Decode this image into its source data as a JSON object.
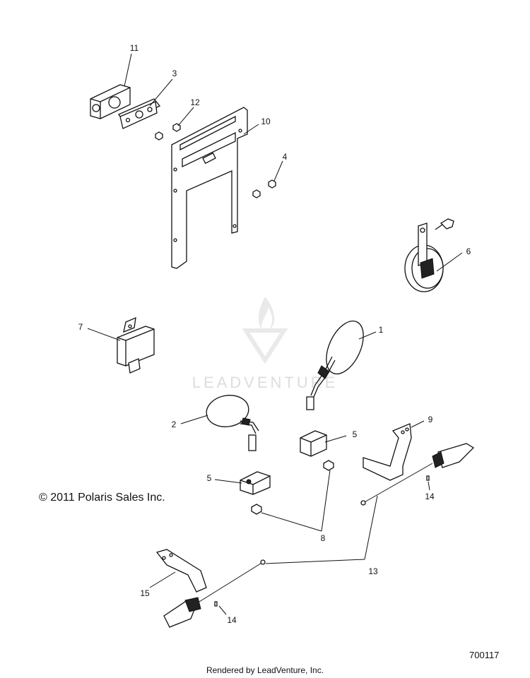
{
  "callouts": {
    "c1": "1",
    "c2": "2",
    "c3": "3",
    "c4": "4",
    "c5a": "5",
    "c5b": "5",
    "c6": "6",
    "c7": "7",
    "c8": "8",
    "c9": "9",
    "c10": "10",
    "c11": "11",
    "c12": "12",
    "c13": "13",
    "c14a": "14",
    "c14b": "14",
    "c15": "15"
  },
  "copyright": "© 2011 Polaris Sales Inc.",
  "watermark": "LEADVENTURE",
  "diagram_number": "700117",
  "footer": "Rendered by LeadVenture, Inc."
}
